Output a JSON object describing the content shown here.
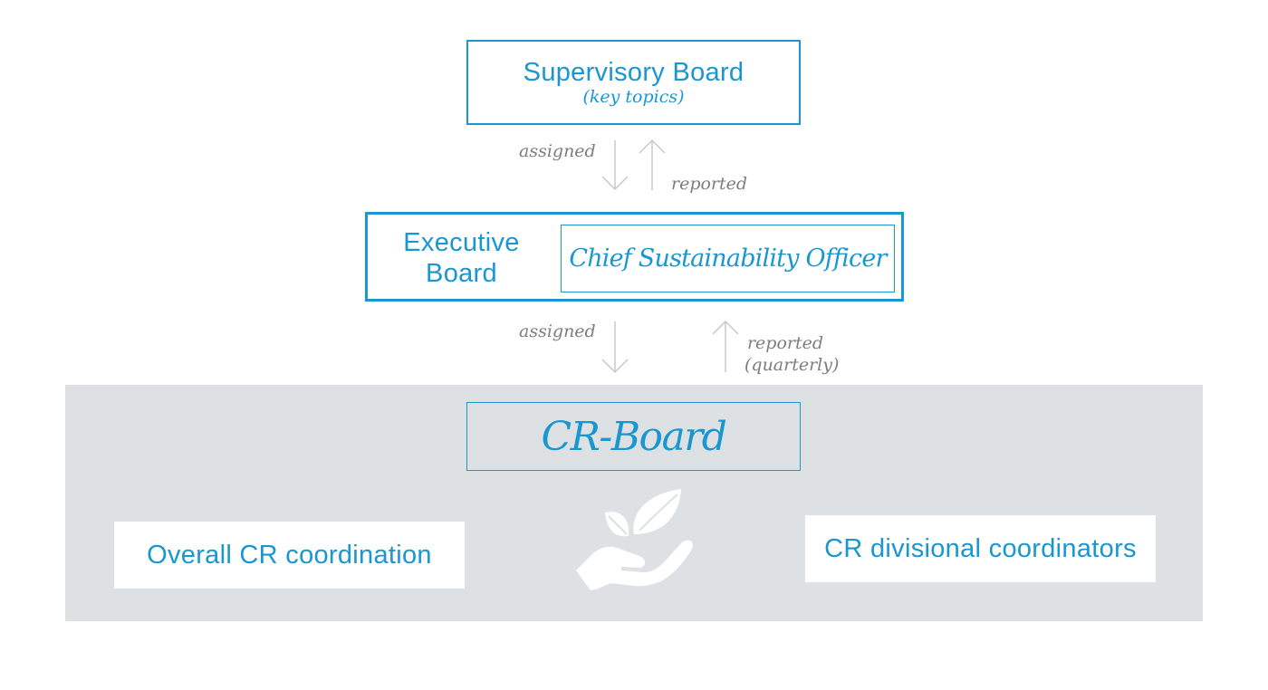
{
  "supervisory_board": {
    "title": "Supervisory Board",
    "subtitle": "(key topics)"
  },
  "flow_top": {
    "assigned_label": "assigned",
    "reported_label": "reported"
  },
  "executive_board": {
    "title_line1": "Executive",
    "title_line2": "Board",
    "inner_box": "Chief Sustainability Officer"
  },
  "flow_bottom": {
    "assigned_label": "assigned",
    "reported_line1": "reported",
    "reported_line2": "(quarterly)"
  },
  "cr_board": {
    "title": "CR-Board",
    "left_card": "Overall CR coordination",
    "right_card": "CR divisional coordinators",
    "center_icon": "hand-with-leaves-icon"
  },
  "colors": {
    "accent": "#1a96d0",
    "panel": "#dde1e4",
    "arrow": "#c8c8c8",
    "label": "#7d7d7d"
  }
}
